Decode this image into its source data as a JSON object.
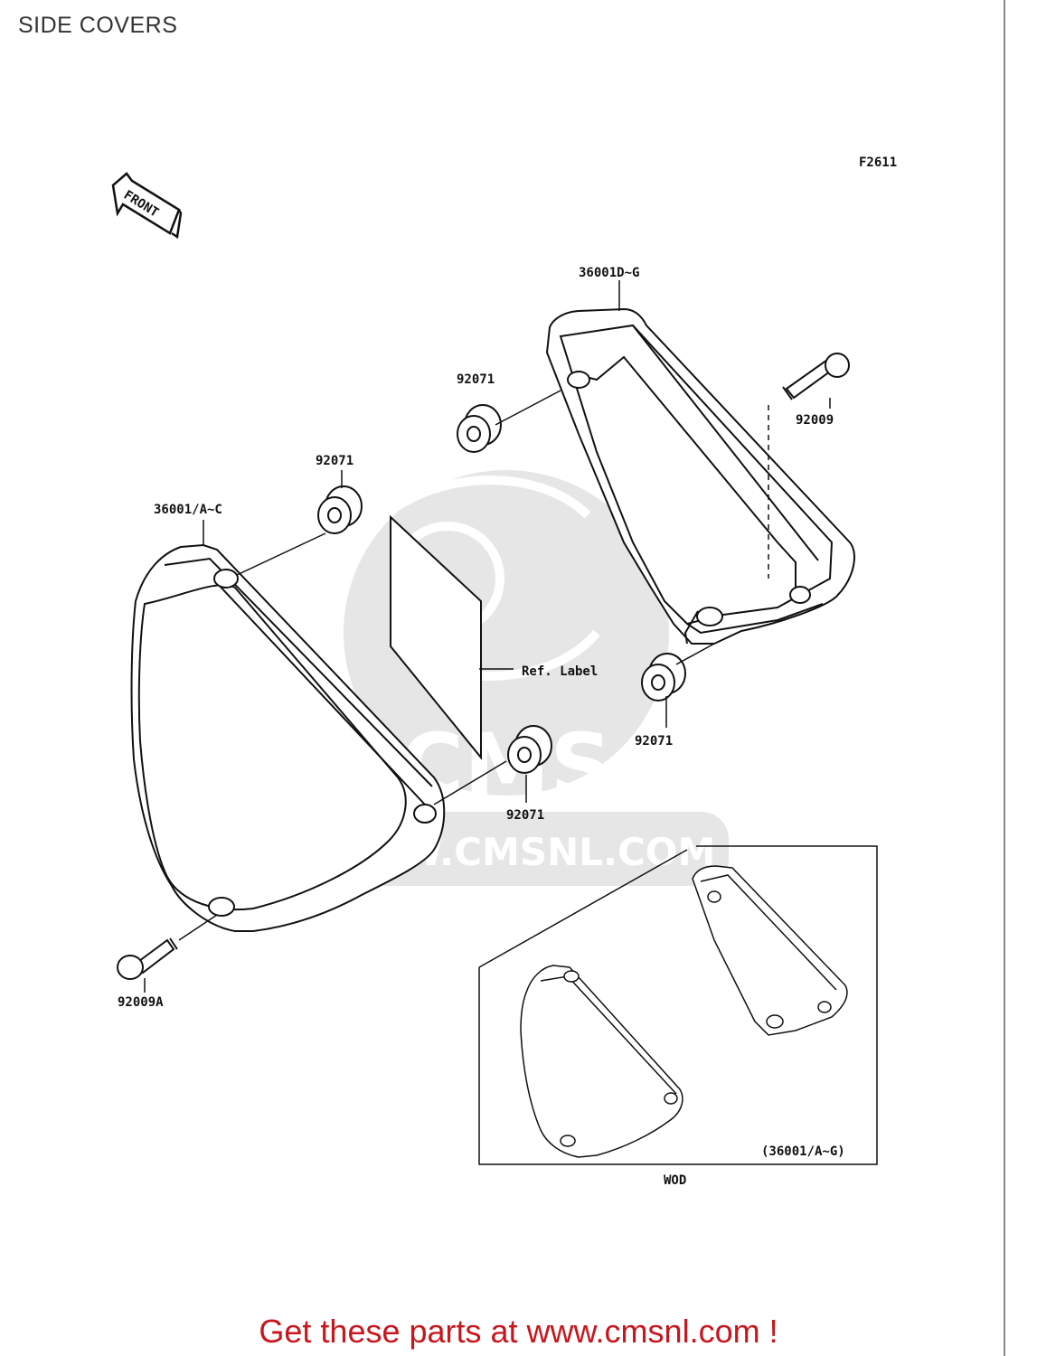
{
  "page": {
    "title": "SIDE COVERS",
    "promo": "Get these parts at www.cmsnl.com !",
    "figure_code": "F2611",
    "front_label": "FRONT"
  },
  "watermark": {
    "brand": "CMS",
    "url": "WWW.CMSNL.COM"
  },
  "parts": {
    "right_cover": "36001D~G",
    "left_cover": "36001/A~C",
    "damper_upper_right": "92071",
    "damper_upper_left": "92071",
    "damper_lower_right": "92071",
    "damper_lower_left": "92071",
    "bolt": "92009",
    "bolt_a": "92009A",
    "ref_label": "Ref. Label"
  },
  "inset": {
    "part_range": "(36001/A~G)",
    "caption": "WOD"
  },
  "colors": {
    "line": "#111111",
    "promo": "#c8161d",
    "watermark": "#e4e4e4"
  }
}
